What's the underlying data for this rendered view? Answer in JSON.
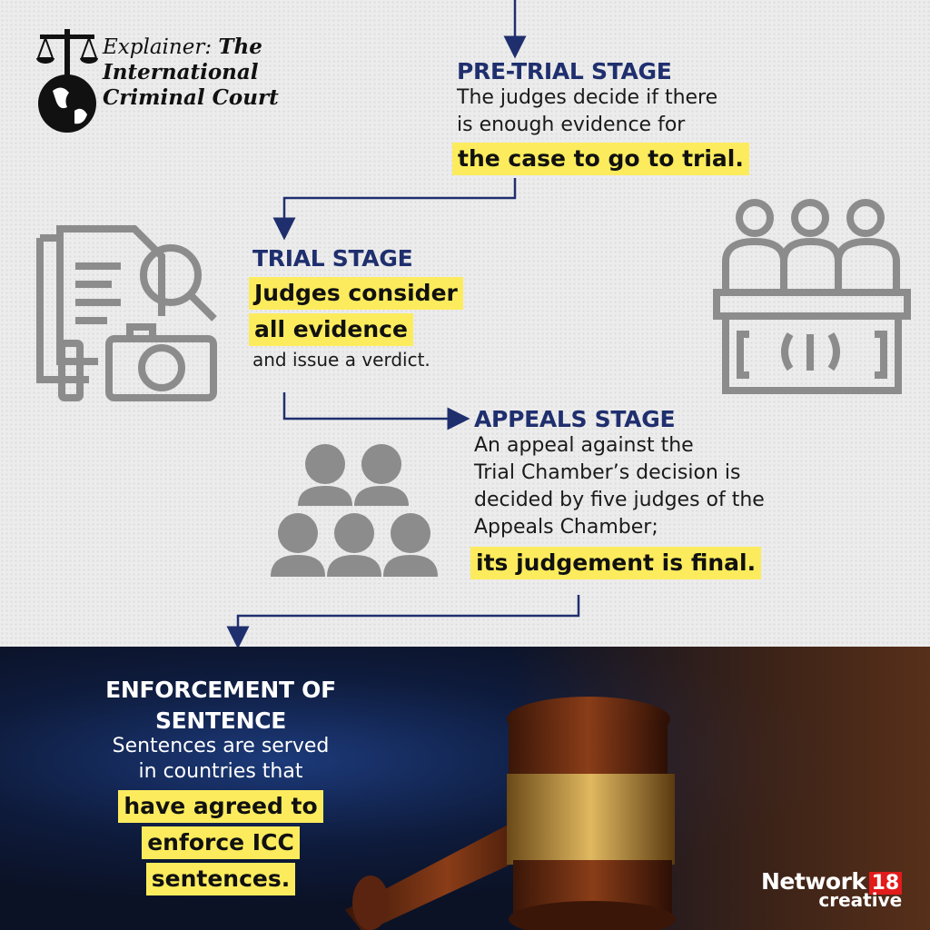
{
  "header": {
    "title_line1_italic": "Explainer:",
    "title_line1_bold": "The",
    "title_line2": "International",
    "title_line3": "Criminal Court"
  },
  "stages": {
    "pretrial": {
      "heading": "PRE-TRIAL STAGE",
      "body": [
        "The judges decide if there",
        "is enough evidence for"
      ],
      "highlight": "the case to go to trial."
    },
    "trial": {
      "heading": "TRIAL STAGE",
      "highlight": [
        "Judges consider",
        "all evidence"
      ],
      "body": "and issue a verdict."
    },
    "appeals": {
      "heading": "APPEALS STAGE",
      "body": [
        "An appeal against the",
        "Trial Chamber’s decision is",
        "decided by five judges of the",
        "Appeals Chamber;"
      ],
      "highlight": "its judgement is final."
    },
    "enforcement": {
      "heading": [
        "ENFORCEMENT OF",
        "SENTENCE"
      ],
      "body": [
        "Sentences are served",
        "in countries that"
      ],
      "highlight": [
        "have agreed to",
        "enforce ICC",
        "sentences."
      ]
    }
  },
  "branding": {
    "name": "Network",
    "number": "18",
    "sub": "creative"
  },
  "colors": {
    "navy": "#1f2f6e",
    "highlight": "#fcec5d",
    "icon": "#8c8c8c",
    "brand_red": "#e21b1b"
  }
}
